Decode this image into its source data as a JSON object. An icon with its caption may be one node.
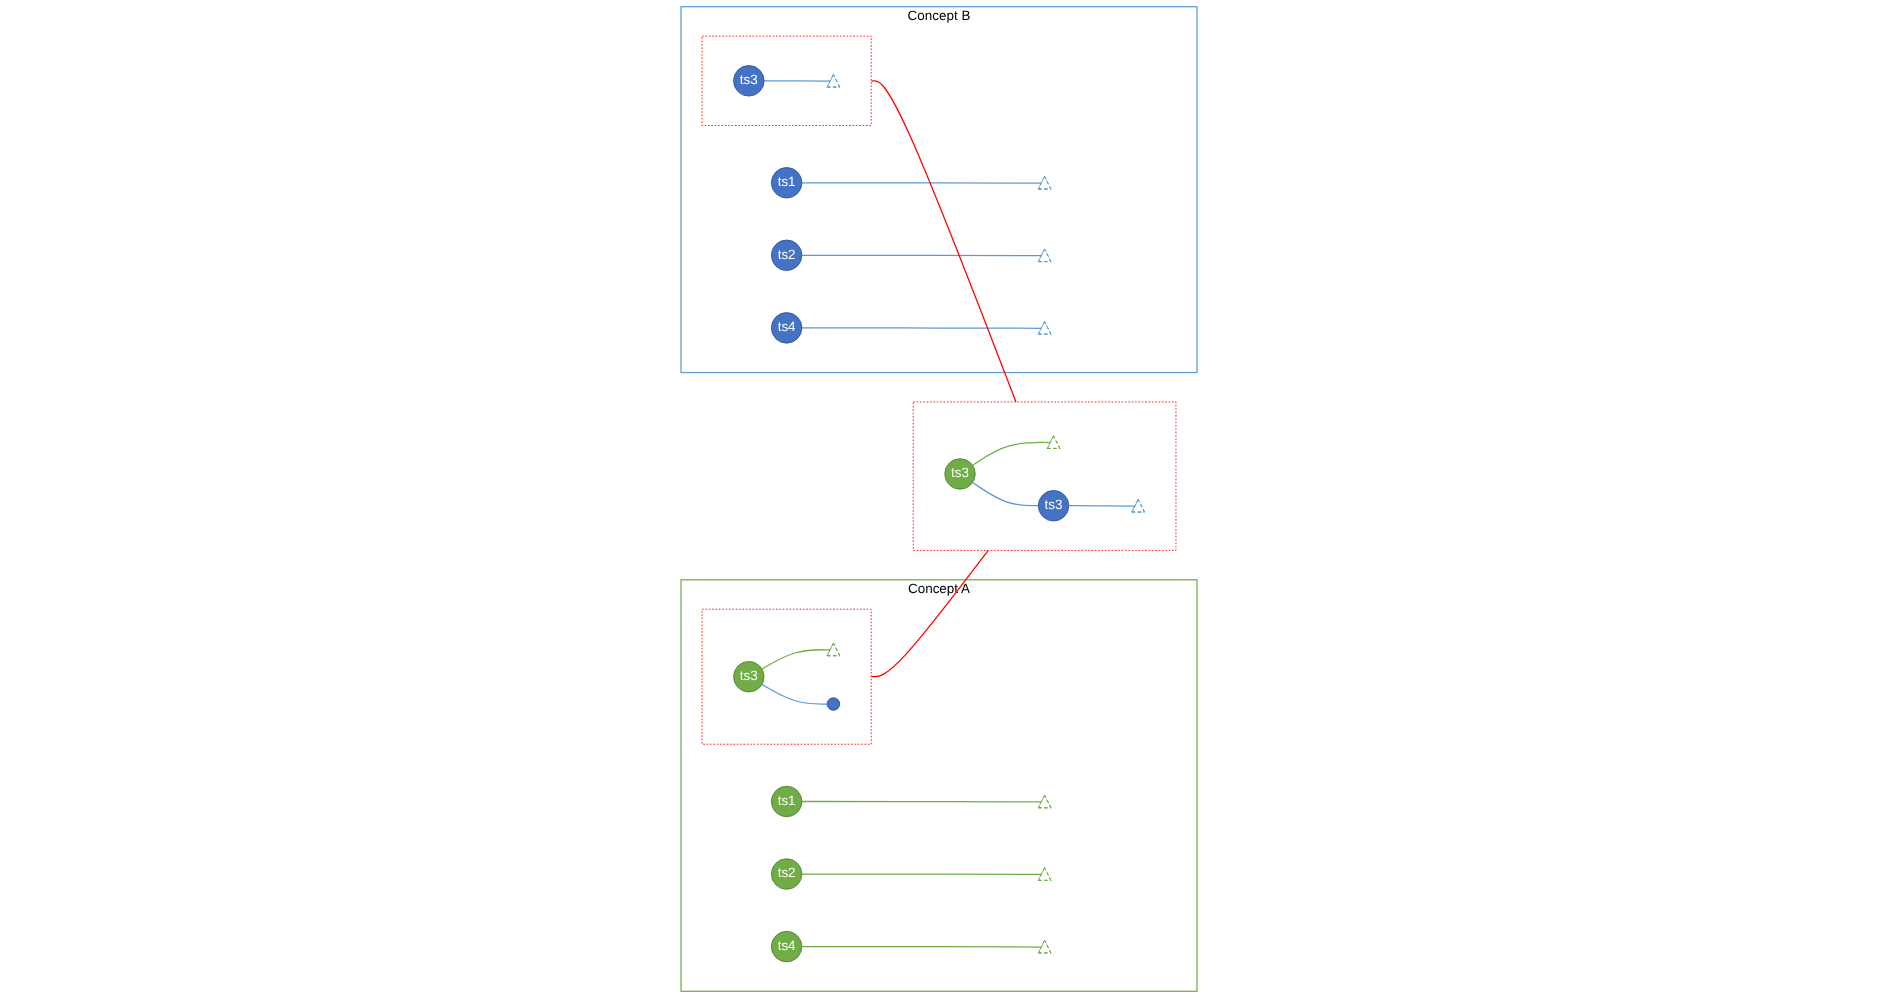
{
  "diagram": {
    "nodes": [
      {
        "text": [
          "Concept A"
        ]
      },
      {
        "text": [
          "ts1"
        ],
        "in": 0
      },
      {
        "text": [],
        "shape": "triangle",
        "in": 0
      },
      {
        "text": [
          "ts2"
        ],
        "in": 0
      },
      {
        "text": [],
        "shape": "triangle",
        "in": 0
      },
      {
        "text": [],
        "shape": "box",
        "in": 0
      },
      {
        "text": [
          "ts3"
        ],
        "in": 5
      },
      {
        "text": [],
        "shape": "triangle",
        "in": 5
      },
      {
        "text": [],
        "shape": "circle",
        "in": 5
      },
      {
        "text": [
          "ts4"
        ],
        "in": 0
      },
      {
        "text": [],
        "shape": "triangle",
        "in": 0
      },
      {
        "text": [
          "Concept B"
        ]
      },
      {
        "text": [
          "ts1"
        ],
        "in": 11
      },
      {
        "text": [],
        "shape": "triangle",
        "in": 11
      },
      {
        "text": [
          "ts2"
        ],
        "in": 11
      },
      {
        "text": [],
        "shape": "triangle",
        "in": 11
      },
      {
        "text": [],
        "shape": "box",
        "in": 11
      },
      {
        "text": [
          "ts3"
        ],
        "in": 16
      },
      {
        "text": [],
        "shape": "triangle",
        "in": 16
      },
      {
        "text": [
          "ts4"
        ],
        "in": 11
      },
      {
        "text": [],
        "shape": "triangle",
        "in": 11
      },
      {
        "text": [],
        "shape": "box"
      },
      {
        "text": [
          "ts3"
        ],
        "in": 21
      },
      {
        "text": [],
        "shape": "triangle",
        "in": 21
      },
      {
        "text": [
          "ts3"
        ],
        "in": 21
      },
      {
        "text": [],
        "shape": "triangle",
        "in": 21
      }
    ],
    "edges": [
      {
        "from": 1,
        "to": 2,
        "arrow": "none",
        "color": "#70ad47"
      },
      {
        "from": 3,
        "to": 4,
        "arrow": "none",
        "color": "#70ad47"
      },
      {
        "from": 6,
        "to": 7,
        "arrow": "none",
        "color": "#70ad47"
      },
      {
        "from": 6,
        "to": 8,
        "arrow": "none"
      },
      {
        "from": 9,
        "to": 10,
        "arrow": "none",
        "color": "#70ad47"
      },
      {
        "from": 12,
        "to": 13,
        "arrow": "none"
      },
      {
        "from": 14,
        "to": 15,
        "arrow": "none"
      },
      {
        "from": 17,
        "to": 18,
        "arrow": "none"
      },
      {
        "from": 19,
        "to": 20,
        "arrow": "none"
      },
      {
        "from": 5,
        "to": 21,
        "arrow": "none",
        "color": "#ff0000"
      },
      {
        "from": 16,
        "to": 21,
        "arrow": "none",
        "color": "#ff0000"
      },
      {
        "from": 22,
        "to": 23,
        "arrow": "none",
        "color": "#70ad47"
      },
      {
        "from": 22,
        "to": 24,
        "arrow": "none"
      },
      {
        "from": 24,
        "to": 25,
        "arrow": "none"
      }
    ]
  }
}
